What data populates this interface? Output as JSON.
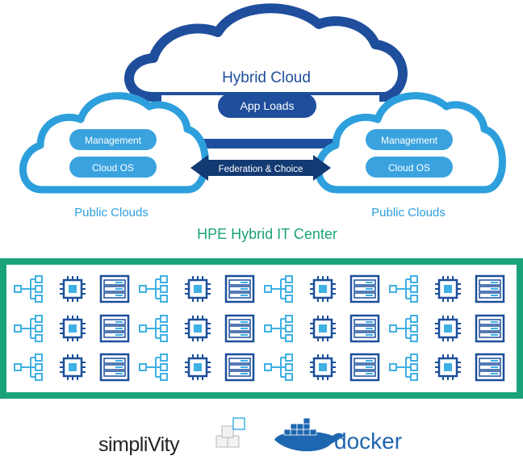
{
  "title_center": "Hybrid Cloud",
  "pill_app_loads": "App Loads",
  "left_cloud": {
    "item1": "Management",
    "item2": "Cloud OS",
    "caption": "Public Clouds"
  },
  "right_cloud": {
    "item1": "Management",
    "item2": "Cloud OS",
    "caption": "Public Clouds"
  },
  "federation_label": "Federation & Choice",
  "center_title": "HPE Hybrid IT Center",
  "logos": {
    "simplivity": "simpliVity",
    "docker": "docker"
  },
  "colors": {
    "dark_blue": "#1f4e9c",
    "light_blue": "#2d9fdc",
    "pill_blue": "#3aa3df",
    "navy": "#143a73",
    "green": "#1aa37a",
    "icon_blue": "#1c4f9a",
    "icon_light": "#3fb0e4"
  },
  "icon_grid": {
    "rows": 3,
    "groups": 4,
    "pattern": [
      "network-icon",
      "chip-icon",
      "server-icon"
    ]
  }
}
